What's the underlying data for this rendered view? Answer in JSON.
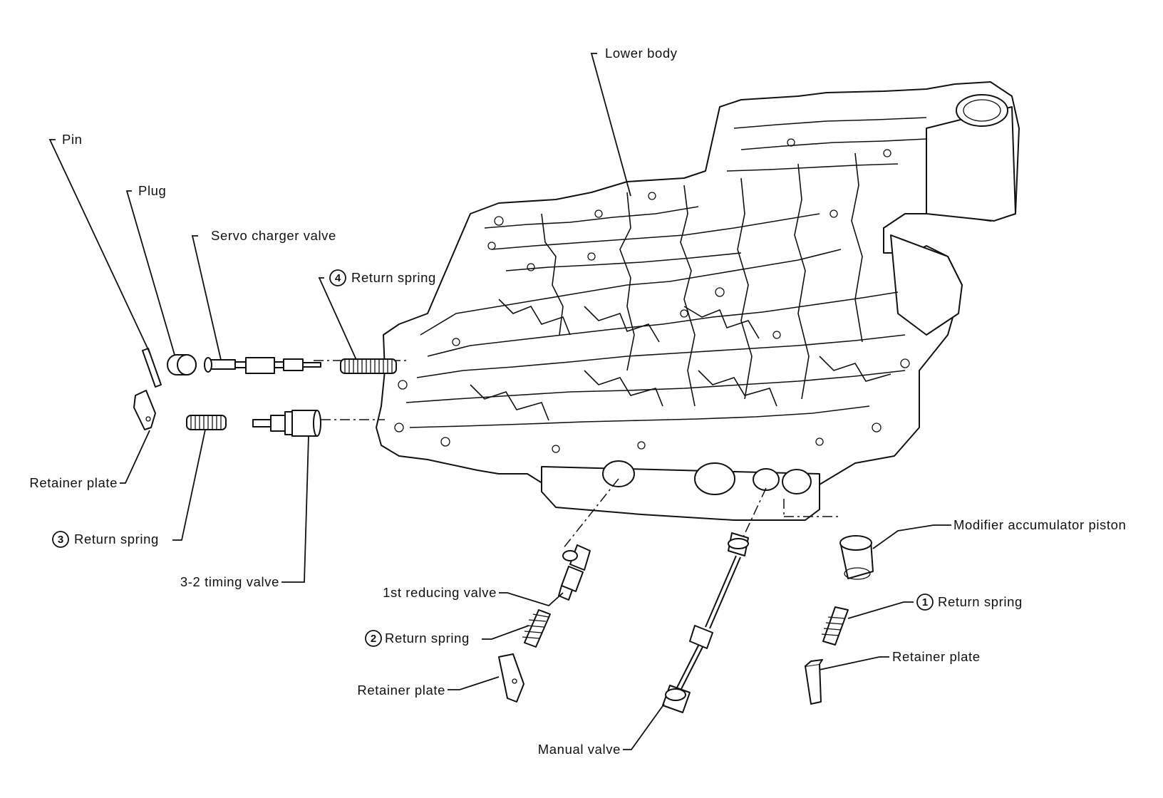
{
  "labels": {
    "lower_body": "Lower body",
    "pin": "Pin",
    "plug": "Plug",
    "servo_charger_valve": "Servo charger valve",
    "return_spring_4": "Return spring",
    "return_spring_4_num": "4",
    "retainer_plate_left": "Retainer plate",
    "return_spring_3": "Return spring",
    "return_spring_3_num": "3",
    "timing_valve_3_2": "3-2 timing valve",
    "first_reducing_valve": "1st reducing valve",
    "return_spring_2": "Return spring",
    "return_spring_2_num": "2",
    "retainer_plate_bottom": "Retainer plate",
    "manual_valve": "Manual valve",
    "modifier_accumulator_piston": "Modifier accumulator piston",
    "return_spring_1": "Return spring",
    "return_spring_1_num": "1",
    "retainer_plate_right": "Retainer plate"
  }
}
